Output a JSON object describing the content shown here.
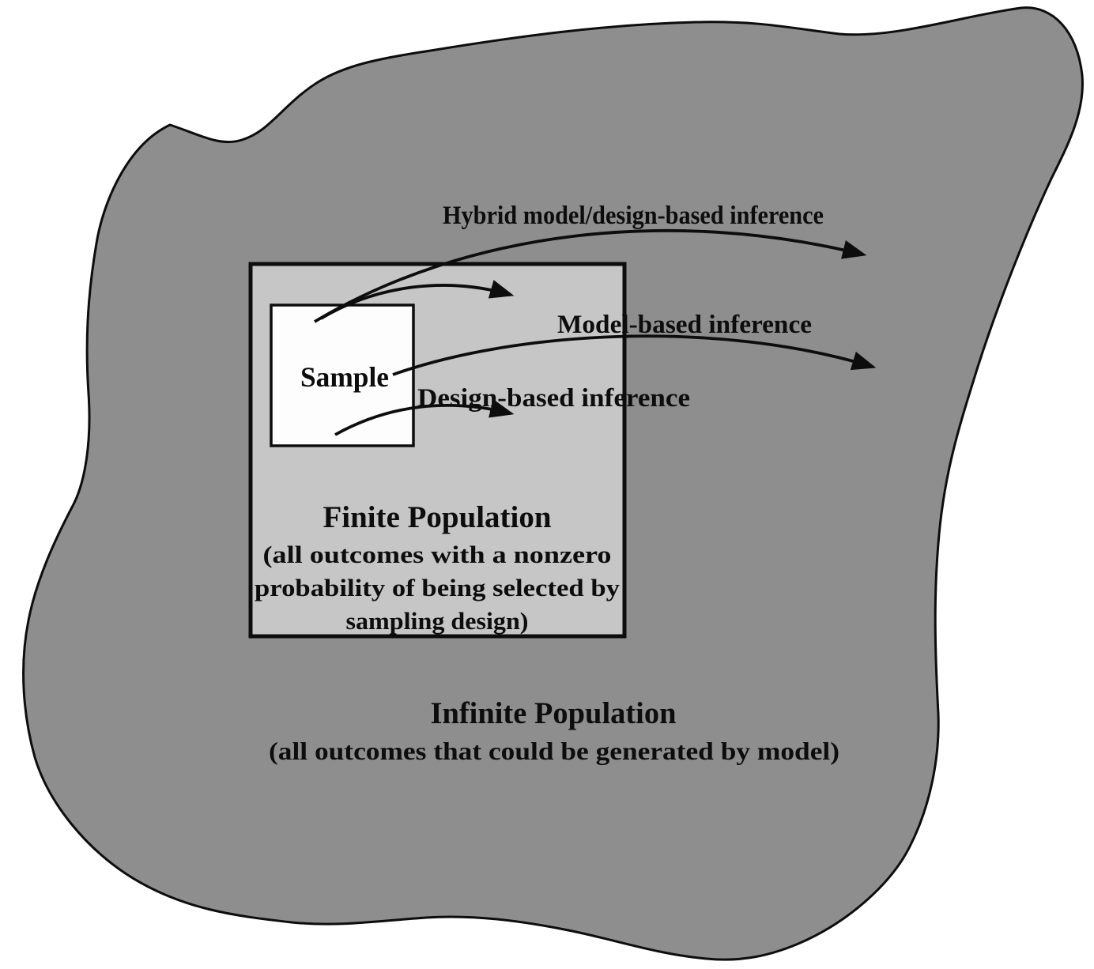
{
  "figure": {
    "type": "population-inference-diagram",
    "sample": {
      "label": "Sample"
    },
    "finite_population": {
      "title": "Finite Population",
      "caption_lines": [
        "(all outcomes with a nonzero",
        "probability of being selected by",
        "sampling design)"
      ]
    },
    "infinite_population": {
      "title": "Infinite Population",
      "caption": "(all outcomes that could be generated by model)"
    },
    "arrows": {
      "hybrid": {
        "label": "Hybrid model/design-based inference"
      },
      "model": {
        "label": "Model-based inference"
      },
      "design": {
        "label": "Design-based inference"
      }
    },
    "colors": {
      "background": "#ffffff",
      "infinite_fill": "#8e8e8e",
      "finite_fill": "#c6c6c6",
      "sample_fill": "#fdfdfd",
      "line": "#0d0d0d"
    }
  }
}
